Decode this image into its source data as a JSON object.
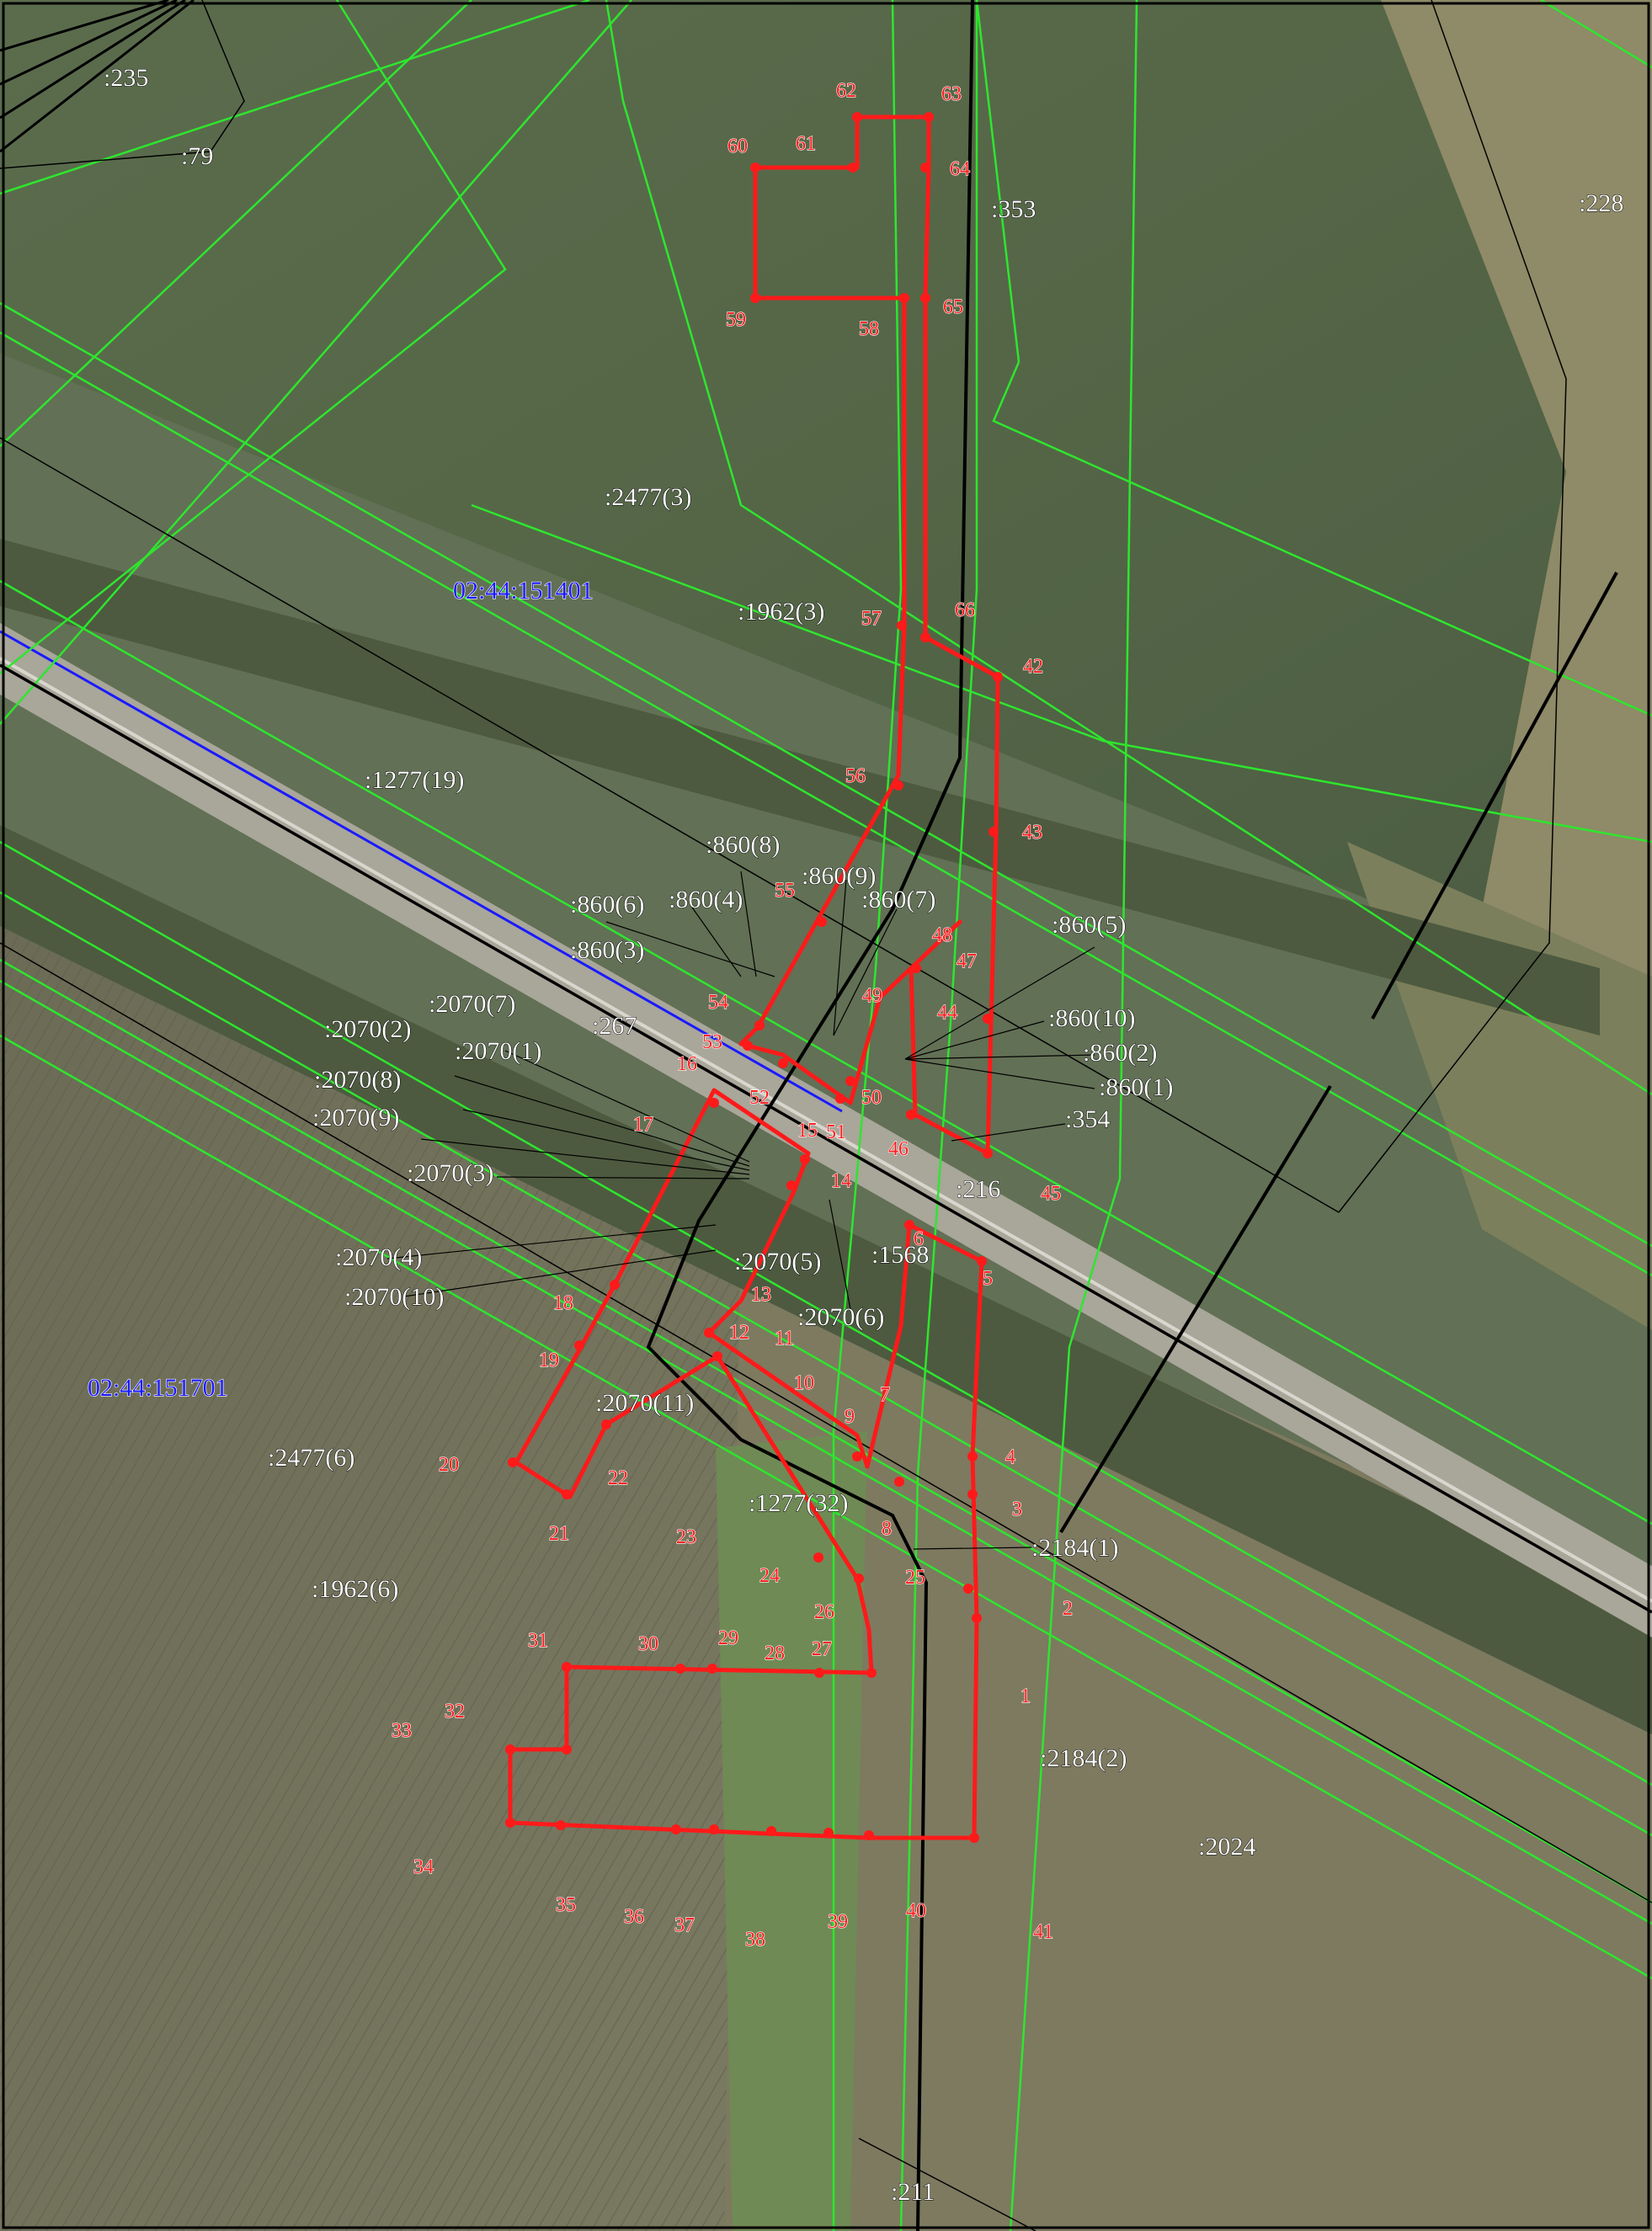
{
  "map": {
    "heading": "",
    "colors": {
      "boundary": "#ff1a1a",
      "cadastral": "#2ee62e",
      "road": "#000000",
      "quarter": "#1a1aff",
      "road_edge": "#1a1aff"
    },
    "quarters": [
      {
        "id": "q1",
        "label": "02:44:151401"
      },
      {
        "id": "q2",
        "label": "02:44:151701"
      }
    ],
    "parcels": [
      {
        "id": "p235",
        "label": ":235"
      },
      {
        "id": "p79",
        "label": ":79"
      },
      {
        "id": "p353",
        "label": ":353"
      },
      {
        "id": "p228",
        "label": ":228"
      },
      {
        "id": "p2477-3",
        "label": ":2477(3)"
      },
      {
        "id": "p1962-3",
        "label": ":1962(3)"
      },
      {
        "id": "p1277-19",
        "label": ":1277(19)"
      },
      {
        "id": "p860-8",
        "label": ":860(8)"
      },
      {
        "id": "p860-9",
        "label": ":860(9)"
      },
      {
        "id": "p860-7",
        "label": ":860(7)"
      },
      {
        "id": "p860-6",
        "label": ":860(6)"
      },
      {
        "id": "p860-4",
        "label": ":860(4)"
      },
      {
        "id": "p860-3",
        "label": ":860(3)"
      },
      {
        "id": "p860-5",
        "label": ":860(5)"
      },
      {
        "id": "p860-10",
        "label": ":860(10)"
      },
      {
        "id": "p860-2",
        "label": ":860(2)"
      },
      {
        "id": "p860-1",
        "label": ":860(1)"
      },
      {
        "id": "p354",
        "label": ":354"
      },
      {
        "id": "p216",
        "label": ":216"
      },
      {
        "id": "p267",
        "label": ":267"
      },
      {
        "id": "p2070-7",
        "label": ":2070(7)"
      },
      {
        "id": "p2070-2",
        "label": ":2070(2)"
      },
      {
        "id": "p2070-1",
        "label": ":2070(1)"
      },
      {
        "id": "p2070-8",
        "label": ":2070(8)"
      },
      {
        "id": "p2070-9",
        "label": ":2070(9)"
      },
      {
        "id": "p2070-3",
        "label": ":2070(3)"
      },
      {
        "id": "p2070-4",
        "label": ":2070(4)"
      },
      {
        "id": "p2070-10",
        "label": ":2070(10)"
      },
      {
        "id": "p2070-5",
        "label": ":2070(5)"
      },
      {
        "id": "p2070-6",
        "label": ":2070(6)"
      },
      {
        "id": "p2070-11",
        "label": ":2070(11)"
      },
      {
        "id": "p1568",
        "label": ":1568"
      },
      {
        "id": "p2477-6",
        "label": ":2477(6)"
      },
      {
        "id": "p1962-6",
        "label": ":1962(6)"
      },
      {
        "id": "p1277-32",
        "label": ":1277(32)"
      },
      {
        "id": "p2184-1",
        "label": ":2184(1)"
      },
      {
        "id": "p2184-2",
        "label": ":2184(2)"
      },
      {
        "id": "p2024",
        "label": ":2024"
      },
      {
        "id": "p211",
        "label": ":211"
      }
    ],
    "boundary_points": [
      "1",
      "2",
      "3",
      "4",
      "5",
      "6",
      "7",
      "8",
      "9",
      "10",
      "11",
      "12",
      "13",
      "14",
      "15",
      "16",
      "17",
      "18",
      "19",
      "20",
      "21",
      "22",
      "23",
      "24",
      "25",
      "26",
      "27",
      "28",
      "29",
      "30",
      "31",
      "32",
      "33",
      "34",
      "35",
      "36",
      "37",
      "38",
      "39",
      "40",
      "41",
      "42",
      "43",
      "44",
      "45",
      "46",
      "47",
      "48",
      "49",
      "50",
      "51",
      "52",
      "53",
      "54",
      "55",
      "56",
      "57",
      "58",
      "59",
      "60",
      "61",
      "62",
      "63",
      "64",
      "65",
      "66"
    ]
  }
}
